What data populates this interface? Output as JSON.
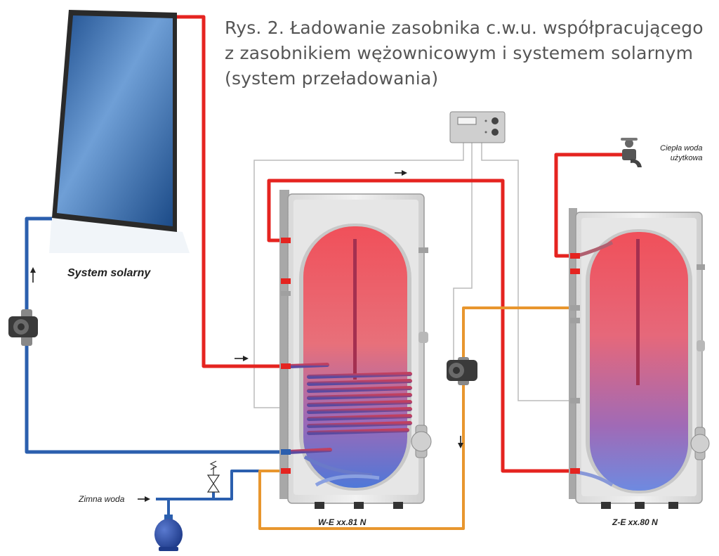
{
  "caption": {
    "line1": "Rys. 2. Ładowanie zasobnika c.w.u. współpracującego",
    "line2": "z zasobnikiem wężownicowym i systemem solarnym",
    "line3": "(system przeładowania)"
  },
  "labels": {
    "solar_system": "System solarny",
    "tank_we": "W-E xx.81 N",
    "tank_ze": "Z-E xx.80 N",
    "cold_water": "Zimna woda",
    "hot_water_line1": "Ciepła woda",
    "hot_water_line2": "użytkowa"
  },
  "icons": {
    "solar_collector": "solar-collector-icon",
    "pump": "circulation-pump-icon",
    "controller": "controller-icon",
    "expansion_vessel": "expansion-vessel-icon",
    "safety_valve": "safety-valve-icon",
    "tap": "tap-icon"
  },
  "colors": {
    "hot_pipe": "#e52420",
    "cold_pipe": "#2b5fae",
    "charging_pipe": "#e8962e",
    "control_wire": "#bbbbbb",
    "tank_hot": "#e8404a",
    "tank_cold": "#5a6fd0",
    "collector": "#2f6db0"
  }
}
